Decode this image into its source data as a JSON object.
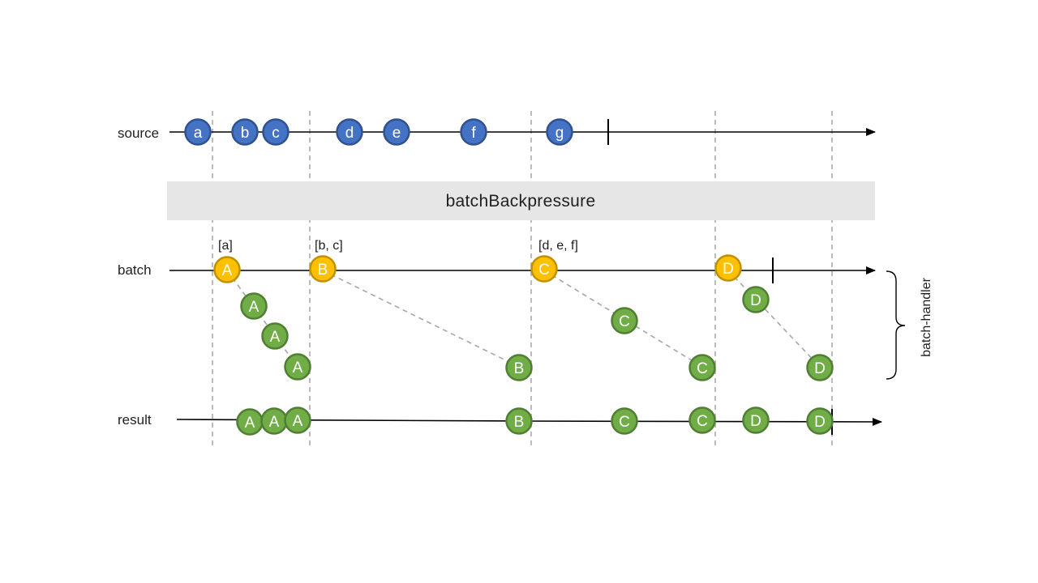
{
  "operator": "batchBackpressure",
  "lanes": {
    "source": "source",
    "batch": "batch",
    "result": "result"
  },
  "handler_label": "batch-handler",
  "batch_labels": [
    "[a]",
    "[b, c]",
    "[d, e, f]"
  ],
  "colors": {
    "source_fill": "#4472c4",
    "source_stroke": "#2f528f",
    "batch_fill": "#ffc000",
    "batch_stroke": "#bf9000",
    "handler_fill": "#70ad47",
    "handler_stroke": "#507e32",
    "operator_box": "#e7e6e6",
    "line": "#000000",
    "dashed": "#a6a6a6"
  },
  "source_marbles": [
    "a",
    "b",
    "c",
    "d",
    "e",
    "f",
    "g"
  ],
  "batch_marbles": [
    "A",
    "B",
    "C",
    "D"
  ],
  "handler_marbles": [
    "A",
    "A",
    "A",
    "B",
    "C",
    "C",
    "D",
    "D"
  ],
  "result_marbles": [
    "A",
    "A",
    "A",
    "B",
    "C",
    "C",
    "D",
    "D"
  ]
}
